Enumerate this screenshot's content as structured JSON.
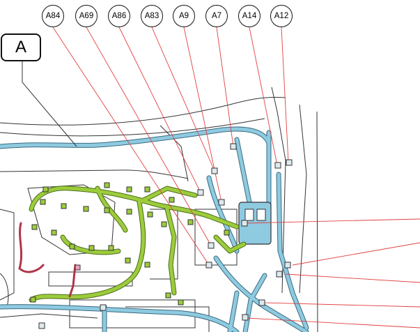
{
  "view_label": "A",
  "connectors": [
    {
      "id": "c-a84",
      "label": "A84"
    },
    {
      "id": "c-a69",
      "label": "A69"
    },
    {
      "id": "c-a86",
      "label": "A86"
    },
    {
      "id": "c-a83",
      "label": "A83"
    },
    {
      "id": "c-a9",
      "label": "A9"
    },
    {
      "id": "c-a7",
      "label": "A7"
    },
    {
      "id": "c-a14",
      "label": "A14"
    },
    {
      "id": "c-a12",
      "label": "A12"
    }
  ],
  "colors": {
    "leader_line": "#e04040",
    "harness_main": "#8ecae0",
    "harness_engine": "#9ccc3c",
    "harness_alt": "#b0354a",
    "outline": "#333333"
  }
}
